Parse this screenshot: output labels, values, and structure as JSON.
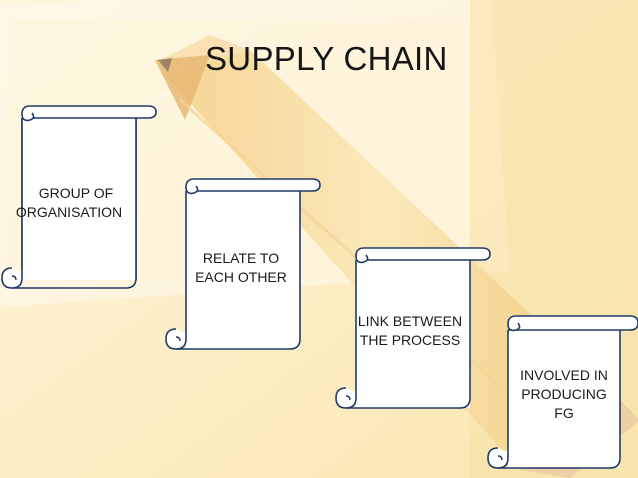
{
  "slide": {
    "title": "SUPPLY CHAIN"
  },
  "scrolls": [
    {
      "lines": [
        "GROUP OF",
        "ORGANISATION"
      ]
    },
    {
      "lines": [
        "RELATE TO",
        "EACH OTHER"
      ]
    },
    {
      "lines": [
        "LINK BETWEEN",
        "THE PROCESS"
      ]
    },
    {
      "lines": [
        "INVOLVED IN",
        "PRODUCING",
        "FG"
      ]
    }
  ],
  "colors": {
    "background": "#fdf0c6",
    "pencil_wood": "#f6d79a",
    "scroll_outline": "#1f3b68",
    "scroll_fill": "#ffffff"
  }
}
